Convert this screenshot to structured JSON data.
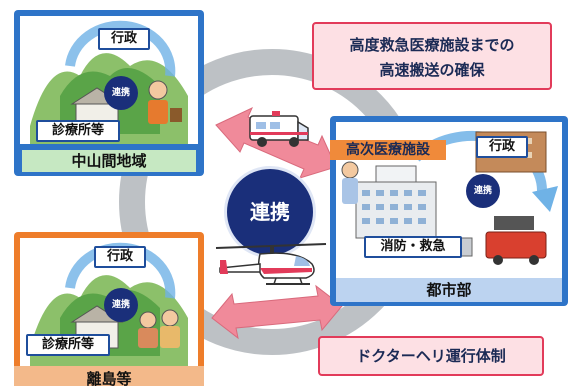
{
  "callout_top": {
    "line1": "高度救急医療施設までの",
    "line2": "高速搬送の確保"
  },
  "callout_bottom": {
    "text": "ドクターヘリ運行体制"
  },
  "center": {
    "label": "連携"
  },
  "panel_top_left": {
    "admin_label": "行政",
    "coop_label": "連携",
    "clinic_label": "診療所等",
    "footer": "中山間地域"
  },
  "panel_bottom_left": {
    "admin_label": "行政",
    "coop_label": "連携",
    "clinic_label": "診療所等",
    "footer": "離島等"
  },
  "panel_right": {
    "hospital_label": "高次医療施設",
    "admin_label": "行政",
    "coop_label": "連携",
    "fire_label": "消防・救急",
    "footer": "都市部"
  },
  "colors": {
    "blue_frame": "#2e74c8",
    "orange_frame": "#ee7d2a",
    "navy": "#1a2f7a",
    "pink_arrow": "#f08a9a",
    "callout_border": "#e23b5a"
  }
}
